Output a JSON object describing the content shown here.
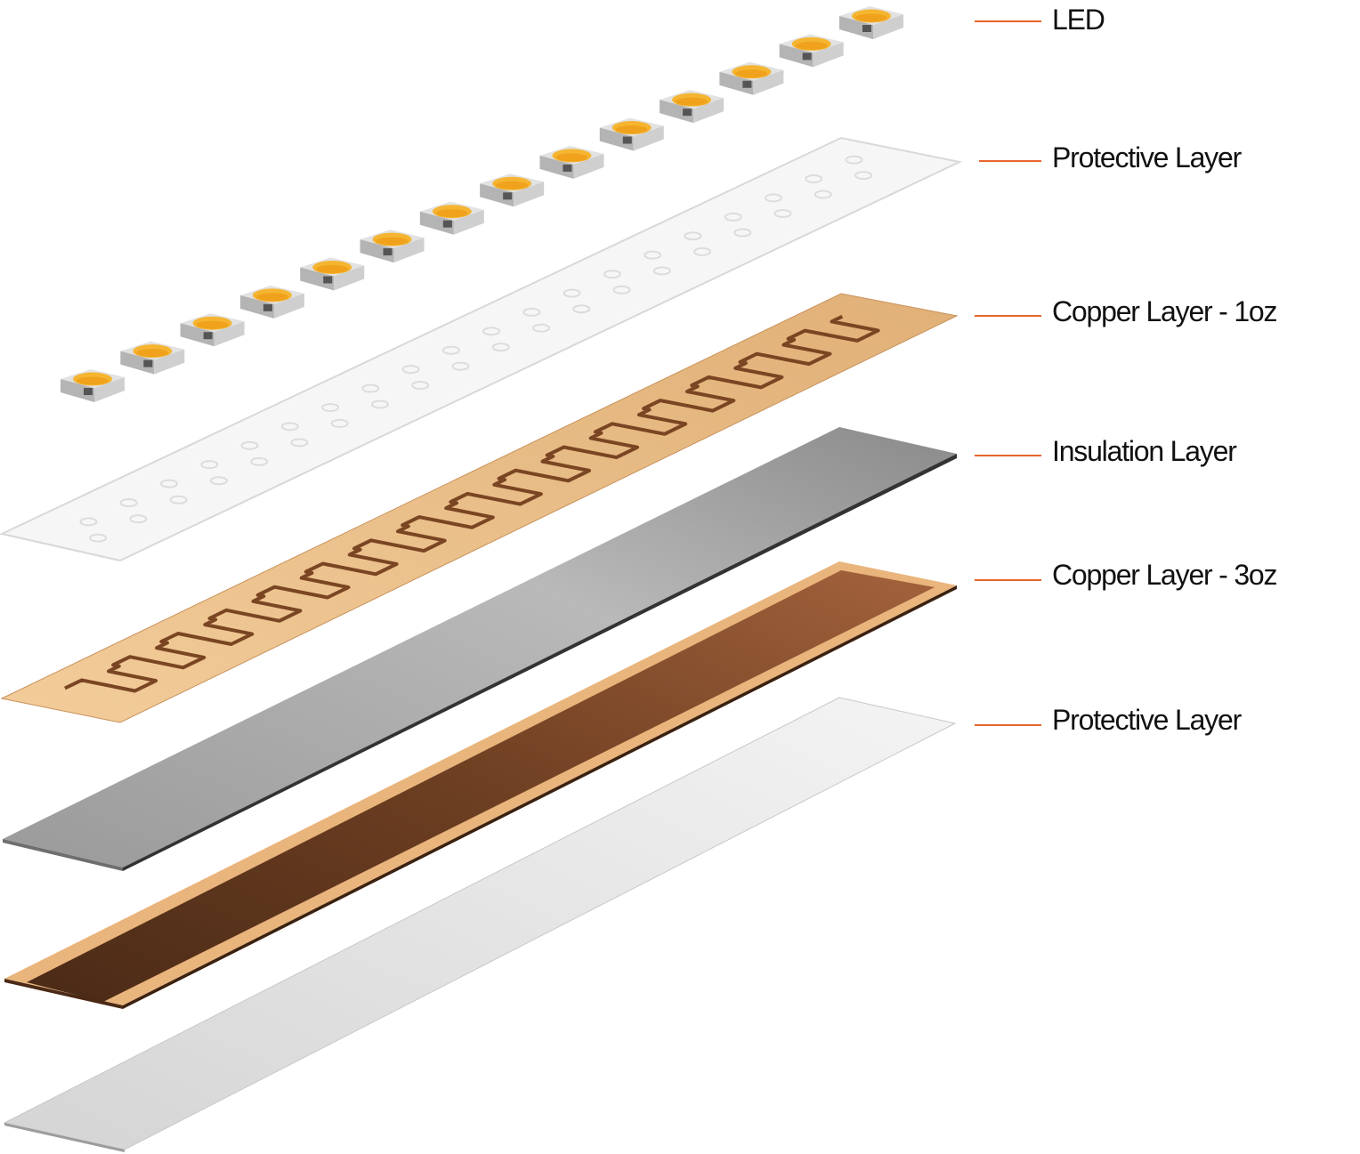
{
  "title": "LED strip layer structure",
  "colors": {
    "leader": "#e8652e",
    "copper_light": "#eec592",
    "copper_dark": "#6e3f22",
    "insulation": "#a9a9a9",
    "led_phosphor": "#f5b531"
  },
  "led_count": 14,
  "labels": [
    {
      "id": "led",
      "text": "LED"
    },
    {
      "id": "protective-top",
      "text": "Protective Layer"
    },
    {
      "id": "copper-1oz",
      "text": "Copper Layer - 1oz"
    },
    {
      "id": "insulation",
      "text": "Insulation Layer"
    },
    {
      "id": "copper-3oz",
      "text": "Copper Layer - 3oz"
    },
    {
      "id": "protective-bottom",
      "text": "Protective Layer"
    }
  ]
}
